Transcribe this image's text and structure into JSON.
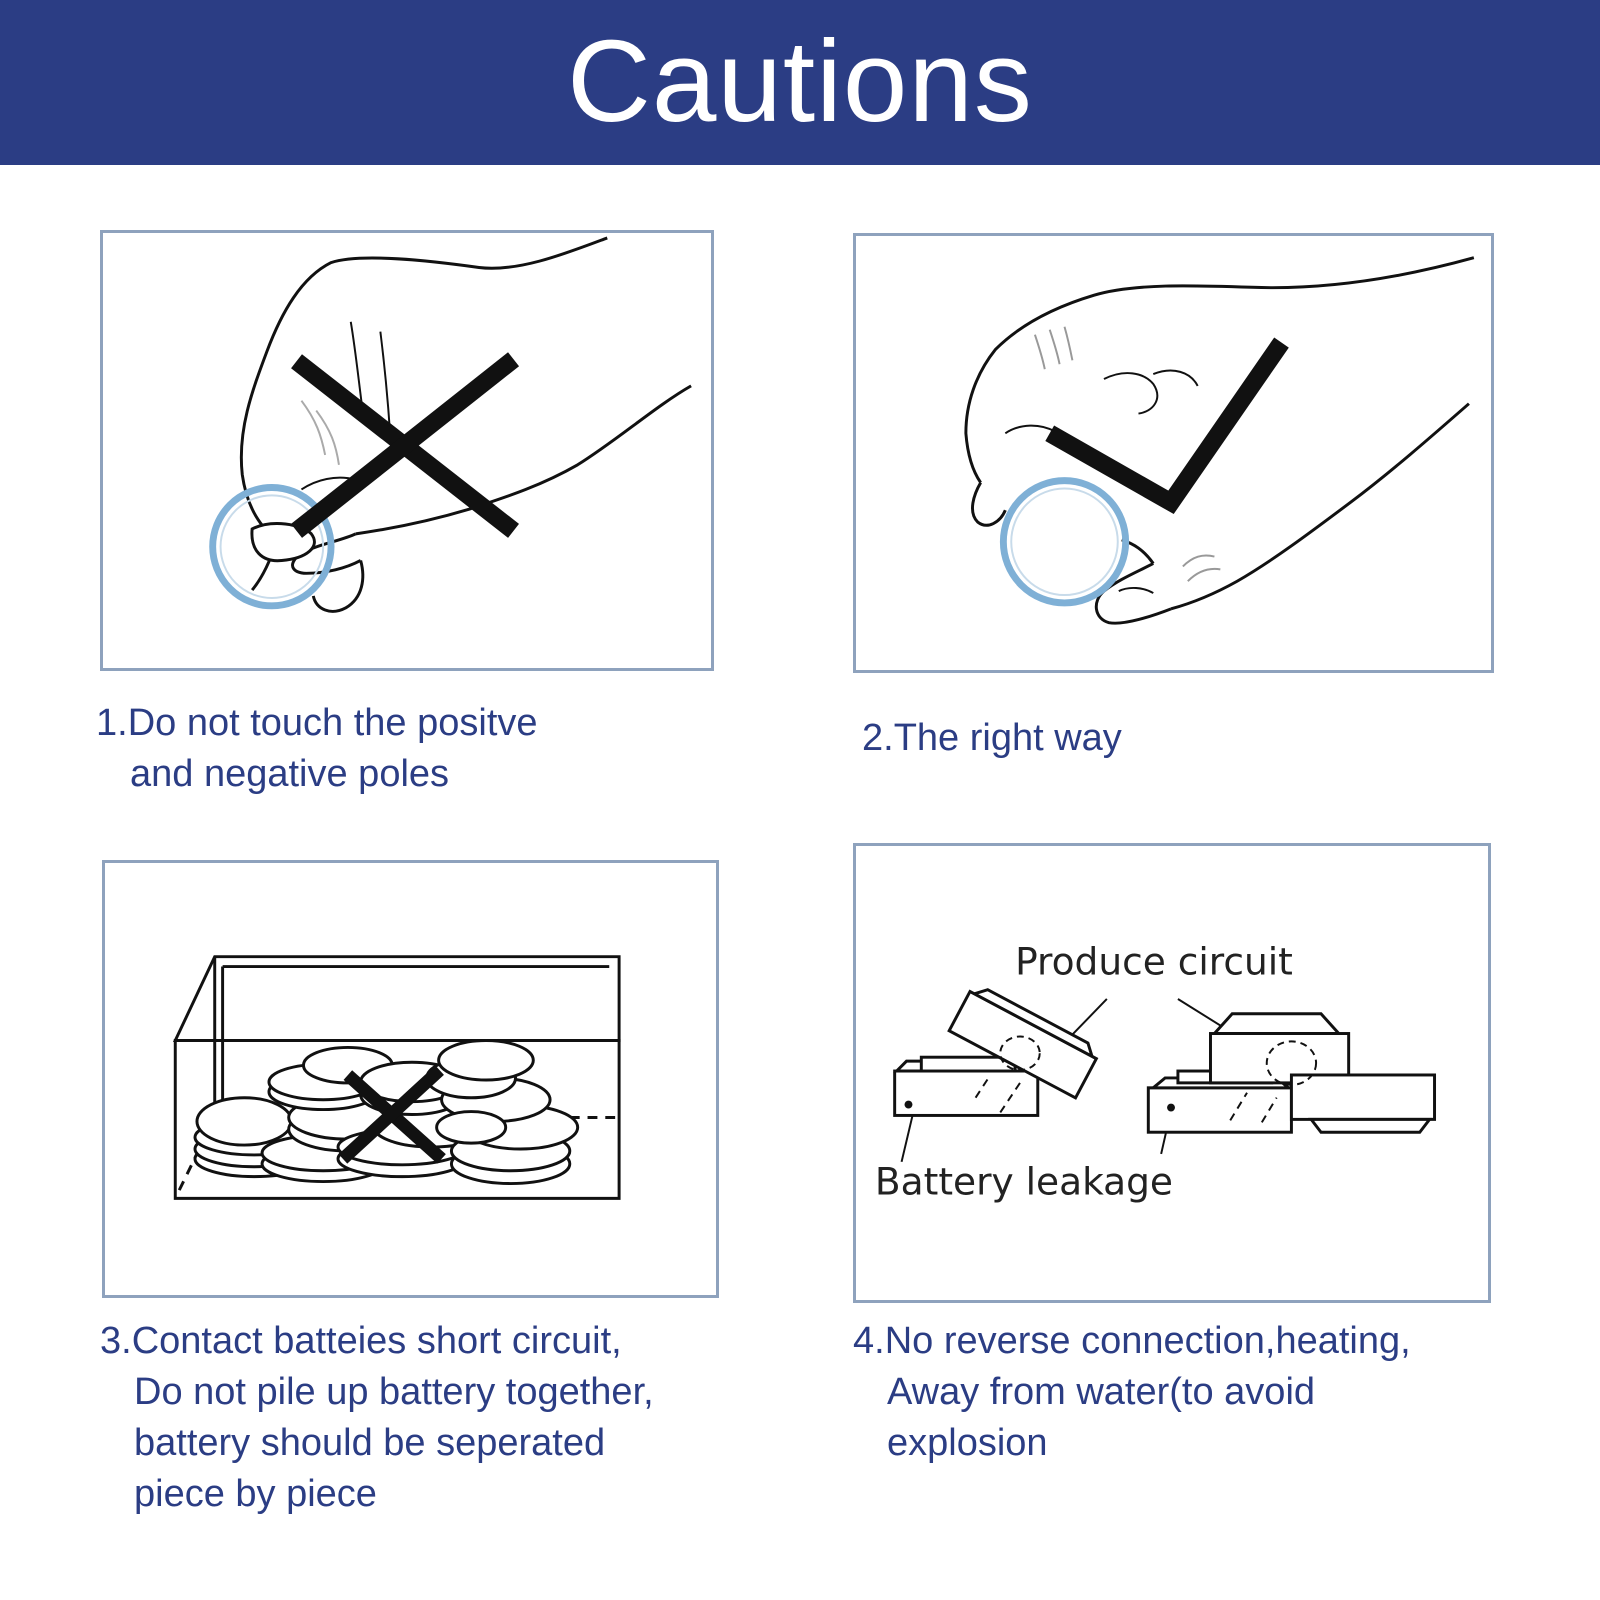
{
  "header": {
    "title": "Cautions"
  },
  "colors": {
    "banner": "#2b3d84",
    "caption_text": "#2b3d84",
    "panel_border": "#8ea2bd",
    "battery_ring": "#7fb0d6",
    "mark": "#111111"
  },
  "panels": [
    {
      "icon": "hand-touching-poles-with-cross-icon",
      "caption_line1": "1.Do not touch the positve",
      "caption_line2": "and negative poles"
    },
    {
      "icon": "hand-holding-edges-with-check-icon",
      "caption_line1": "2.The right way"
    },
    {
      "icon": "piled-batteries-in-box-with-cross-icon",
      "caption_line1": "3.Contact batteies short circuit,",
      "caption_line2": "Do not pile up battery together,",
      "caption_line3": "battery should be seperated",
      "caption_line4": "piece by piece"
    },
    {
      "icon": "stacked-batteries-circuit-icon",
      "label_top": "Produce circuit",
      "label_bottom": "Battery leakage",
      "caption_line1": "4.No reverse connection,heating,",
      "caption_line2": "Away from water(to avoid",
      "caption_line3": "explosion"
    }
  ]
}
